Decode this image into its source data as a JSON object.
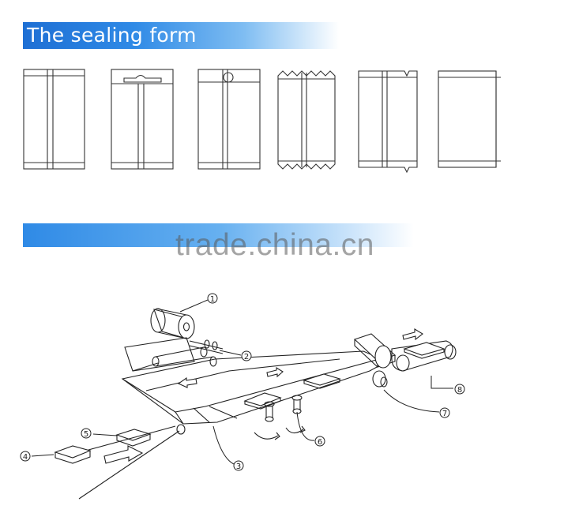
{
  "header": {
    "title": "The sealing form"
  },
  "watermark": {
    "text": "trade.china.cn"
  },
  "diagram": {
    "markers": [
      "1",
      "2",
      "3",
      "4",
      "5",
      "6",
      "7",
      "8"
    ]
  },
  "colors": {
    "banner": "#2f8ae6",
    "line": "#222222"
  }
}
